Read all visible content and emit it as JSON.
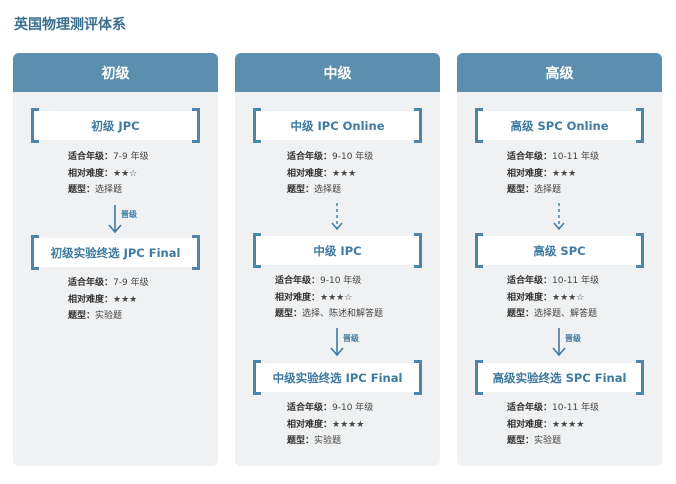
{
  "title": "英国物理测评体系",
  "labels": {
    "grade": "适合年级：",
    "difficulty": "相对难度：",
    "type": "题型："
  },
  "columns": [
    {
      "header": "初级",
      "stages": [
        {
          "name": "初级 JPC",
          "grade": "7-9 年级",
          "difficulty": "★★☆",
          "type": "选择题"
        },
        {
          "name": "初级实验终选 JPC Final",
          "grade": "7-9 年级",
          "difficulty": "★★★",
          "type": "实验题"
        }
      ],
      "promotion": "晋级"
    },
    {
      "header": "中级",
      "stages": [
        {
          "name": "中级 IPC Online",
          "grade": "9-10 年级",
          "difficulty": "★★★",
          "type": "选择题"
        },
        {
          "name": "中级 IPC",
          "grade": "9-10 年级",
          "difficulty": "★★★☆",
          "type": "选择、陈述和解答题"
        },
        {
          "name": "中级实验终选 IPC Final",
          "grade": "9-10 年级",
          "difficulty": "★★★★",
          "type": "实验题"
        }
      ],
      "promotion": "晋级"
    },
    {
      "header": "高级",
      "stages": [
        {
          "name": "高级 SPC Online",
          "grade": "10-11 年级",
          "difficulty": "★★★",
          "type": "选择题"
        },
        {
          "name": "高级 SPC",
          "grade": "10-11 年级",
          "difficulty": "★★★☆",
          "type": "选择题、解答题"
        },
        {
          "name": "高级实验终选 SPC Final",
          "grade": "10-11 年级",
          "difficulty": "★★★★",
          "type": "实验题"
        }
      ],
      "promotion": "晋级"
    }
  ],
  "colors": {
    "header": "#5b8fad",
    "accent": "#3f7aa0",
    "panel": "#f0f1f2"
  }
}
